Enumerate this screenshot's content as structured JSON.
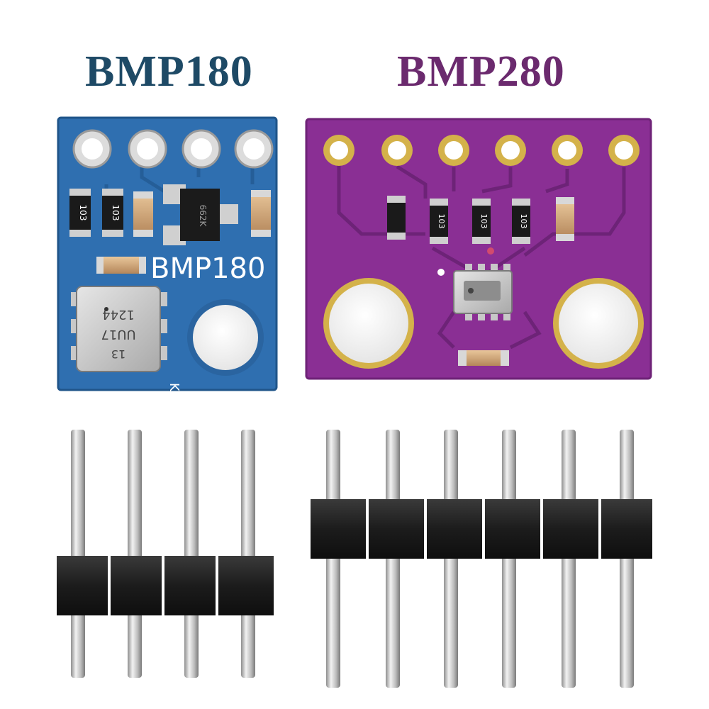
{
  "colors": {
    "bmp180_title": "#1e4a66",
    "bmp280_title": "#6b2a6e",
    "bmp180_board": "#2f6fb0",
    "bmp280_board": "#8a2f94",
    "gold_pad": "#d4b24a",
    "header_plastic": "#1a1a1a",
    "pin_metal": "#c9c9c9"
  },
  "titles": {
    "bmp180": "BMP180",
    "bmp280": "BMP280"
  },
  "bmp180_board": {
    "silkscreen_label": "BMP180",
    "resistor_codes": [
      "103",
      "103"
    ],
    "chip_markings": [
      "13",
      "UU17",
      "1244"
    ],
    "transistor_marking": "662K",
    "corner_mark": "K."
  },
  "bmp280_board": {
    "resistor_codes": [
      "103",
      "103",
      "103"
    ]
  },
  "headers": {
    "bmp180_pin_count": 4,
    "bmp280_pin_count": 6
  }
}
